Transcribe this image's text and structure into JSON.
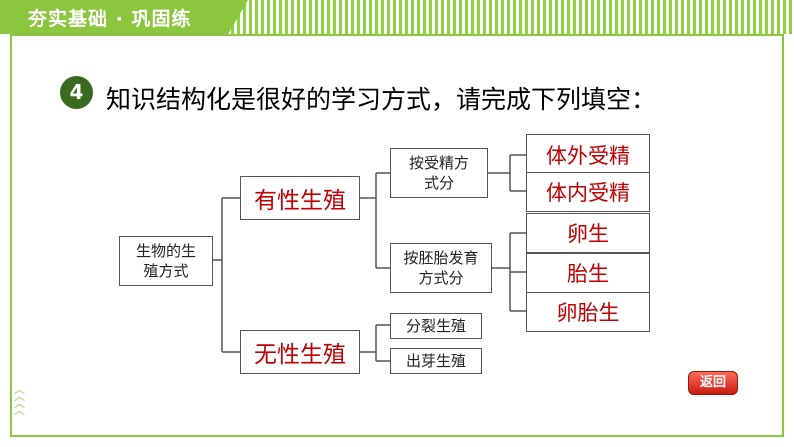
{
  "header": {
    "title": "夯实基础 · 巩固练"
  },
  "question": {
    "number": "4",
    "text": "知识结构化是很好的学习方式，请完成下列填空："
  },
  "tree": {
    "root": "生物的生殖方式",
    "sexual": "有性生殖",
    "asexual": "无性生殖",
    "fert_method": "按受精方式分",
    "embryo_method": "按胚胎发育方式分",
    "external_fert": "体外受精",
    "internal_fert": "体内受精",
    "oviparous": "卵生",
    "viviparous": "胎生",
    "ovoviviparous": "卵胎生",
    "fission": "分裂生殖",
    "budding": "出芽生殖"
  },
  "nav": {
    "back_label": "返回"
  },
  "colors": {
    "accent": "#8cc63f",
    "answer": "#c00000"
  },
  "icons": {
    "left_decor": "chevron-up-stack-icon"
  }
}
